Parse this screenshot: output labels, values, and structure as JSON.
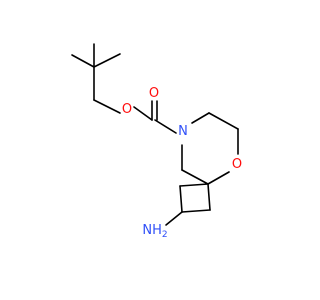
{
  "colors": {
    "bond": "#000000",
    "oxygen": "#ff0d0d",
    "nitrogen": "#3050f8",
    "background": "#ffffff"
  },
  "atoms": {
    "carbonyl_oxygen": "O",
    "ester_oxygen": "O",
    "ring_nitrogen": "N",
    "ring_oxygen": "O",
    "amine": "NH",
    "amine_subscript": "2"
  }
}
